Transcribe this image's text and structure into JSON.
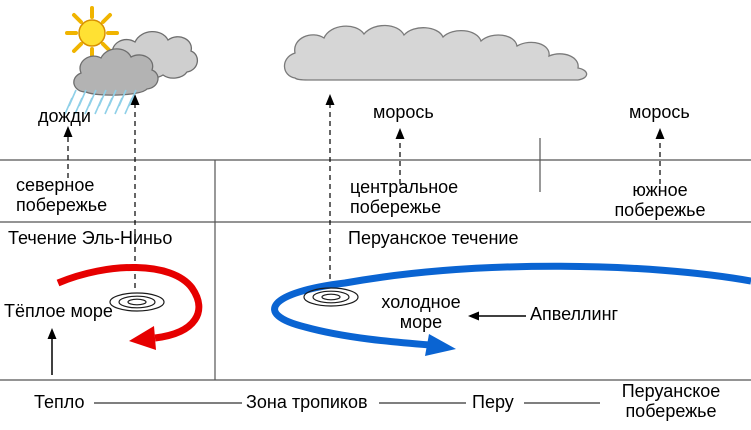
{
  "colors": {
    "warm_current": "#e60000",
    "cold_current": "#0a64d2",
    "cloud_fill": "#d6d6d6",
    "cloud_outline": "#6e6e6e",
    "sun_fill": "#ffe133",
    "rain": "#8fd0e8",
    "rule_line": "#555555",
    "text": "#000000"
  },
  "weather": {
    "rains": "дожди",
    "drizzle_central": "морось",
    "drizzle_south": "морось"
  },
  "coasts": {
    "north": "северное\nпобережье",
    "central": "центральное\nпобережье",
    "south": "южное\nпобережье"
  },
  "currents": {
    "el_nino": "Течение Эль-Ниньо",
    "peruvian": "Перуанское течение"
  },
  "sea": {
    "warm": "Тёплое море",
    "cold": "холодное\nморе",
    "upwelling": "Апвеллинг"
  },
  "footer": {
    "heat": "Тепло",
    "tropics": "Зона тропиков",
    "peru": "Перу",
    "peruvian_coast": "Перуанское\nпобережье"
  }
}
